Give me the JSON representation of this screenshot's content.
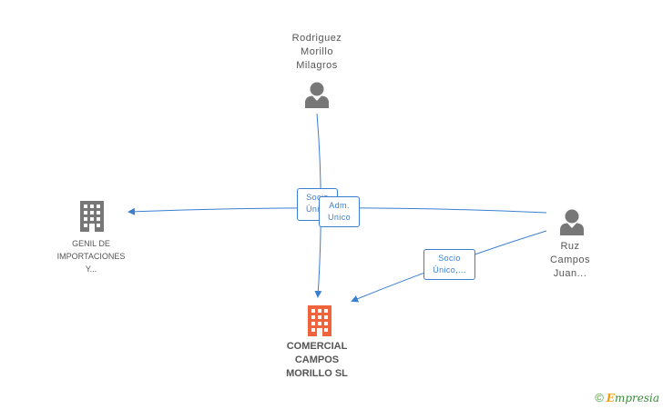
{
  "nodes": {
    "rodriguez": {
      "lines": [
        "Rodriguez",
        "Morillo",
        "Milagros"
      ],
      "type": "person",
      "color": "#777777"
    },
    "ruz": {
      "lines": [
        "Ruz",
        "Campos",
        "Juan..."
      ],
      "type": "person",
      "color": "#777777"
    },
    "genil": {
      "lines": [
        "GENIL DE",
        "IMPORTACIONES",
        "Y..."
      ],
      "type": "company",
      "color": "#777777"
    },
    "comercial": {
      "lines": [
        "COMERCIAL",
        "CAMPOS",
        "MORILLO SL"
      ],
      "type": "company",
      "color": "#f0643c"
    }
  },
  "edges": [
    {
      "from": "rodriguez",
      "to": "comercial",
      "label": [
        "Socio",
        "Único"
      ]
    },
    {
      "from": "ruz",
      "to": "genil",
      "label": [
        "Adm.",
        "Unico"
      ]
    },
    {
      "from": "ruz",
      "to": "comercial",
      "label": [
        "Socio",
        "Único,..."
      ]
    }
  ],
  "footer": {
    "copyright": "©",
    "brand_e": "E",
    "brand_rest": "mpresia"
  },
  "colors": {
    "edge": "#3b7fd0",
    "label_text": "#555555"
  }
}
